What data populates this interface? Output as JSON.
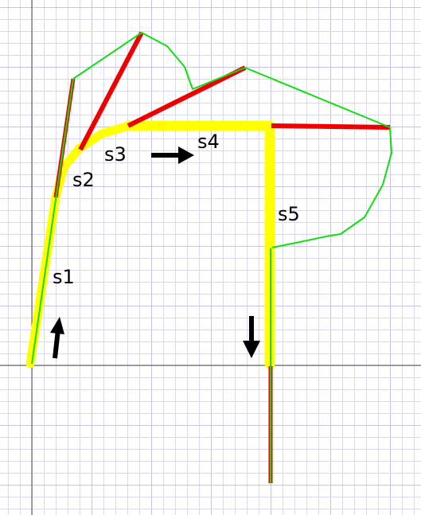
{
  "labels": {
    "s1": "s1",
    "s2": "s2",
    "s3": "s3",
    "s4": "s4",
    "s5": "s5"
  },
  "icons": {
    "up_arrow": "arrow-up-icon",
    "right_arrow": "arrow-right-icon",
    "down_arrow": "arrow-down-icon"
  },
  "colors": {
    "grid_minor": "#d8d8f0",
    "grid_major": "#c4c4e6",
    "axis": "#555555",
    "path": "#ffff00",
    "normal_red": "#ee0000",
    "envelope_green": "#11dd11",
    "arrow": "#000000"
  }
}
